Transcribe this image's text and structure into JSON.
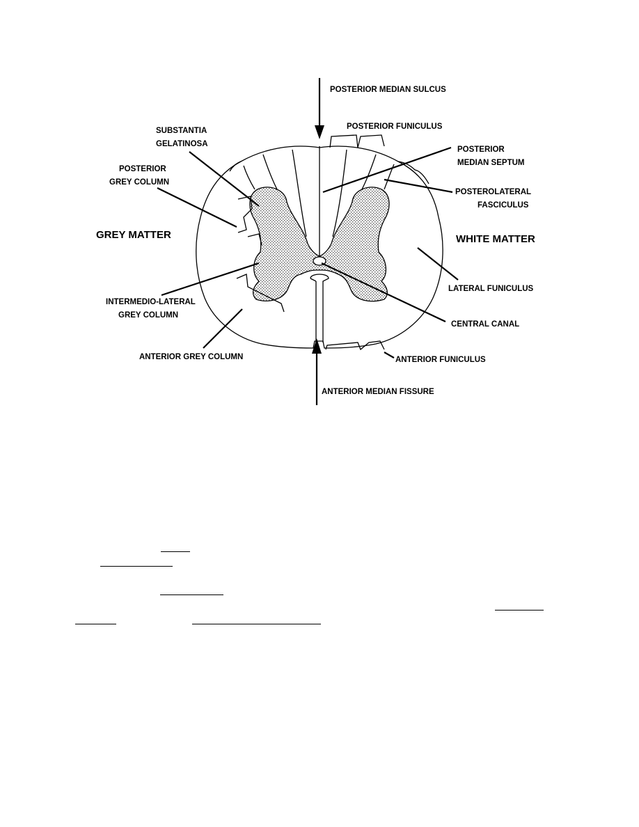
{
  "labels": {
    "posterior_median_sulcus": "POSTERIOR MEDIAN SULCUS",
    "posterior_funiculus": "POSTERIOR FUNICULUS",
    "substantia_gelatinosa_1": "SUBSTANTIA",
    "substantia_gelatinosa_2": "GELATINOSA",
    "posterior_grey_column_1": "POSTERIOR",
    "posterior_grey_column_2": "GREY COLUMN",
    "posterior_median_septum_1": "POSTERIOR",
    "posterior_median_septum_2": "MEDIAN SEPTUM",
    "posterolateral_fasciculus_1": "POSTEROLATERAL",
    "posterolateral_fasciculus_2": "FASCICULUS",
    "grey_matter": "GREY MATTER",
    "white_matter": "WHITE MATTER",
    "lateral_funiculus": "LATERAL FUNICULUS",
    "intermediolateral_1": "INTERMEDIO-LATERAL",
    "intermediolateral_2": "GREY COLUMN",
    "central_canal": "CENTRAL CANAL",
    "anterior_grey_column": "ANTERIOR GREY COLUMN",
    "anterior_funiculus": "ANTERIOR FUNICULUS",
    "anterior_median_fissure": "ANTERIOR MEDIAN FISSURE"
  }
}
